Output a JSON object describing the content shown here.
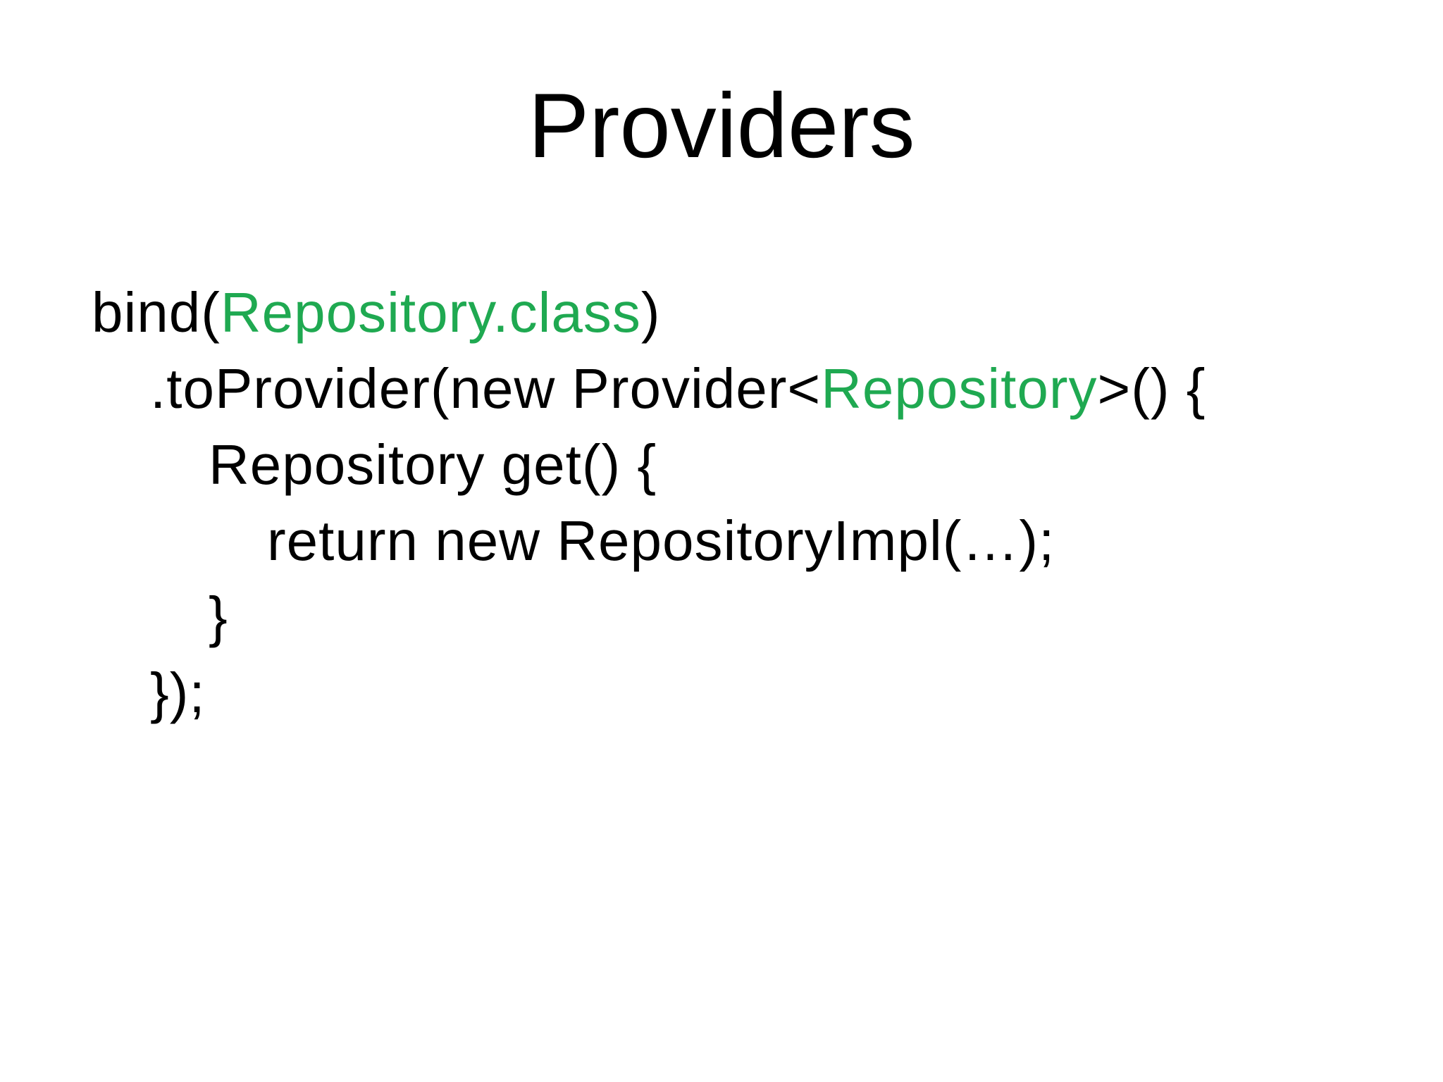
{
  "slide": {
    "title": "Providers"
  },
  "colors": {
    "background": "#ffffff",
    "text": "#000000",
    "code_green": "#1FA951"
  },
  "code": {
    "lines": [
      {
        "indent": 0,
        "segments": [
          {
            "text": "bind(",
            "highlight": false
          },
          {
            "text": "Repository.class",
            "highlight": true
          },
          {
            "text": ")",
            "highlight": false
          }
        ]
      },
      {
        "indent": 1,
        "segments": [
          {
            "text": ".toProvider(new Provider<",
            "highlight": false
          },
          {
            "text": "Repository",
            "highlight": true
          },
          {
            "text": ">() {",
            "highlight": false
          }
        ]
      },
      {
        "indent": 2,
        "segments": [
          {
            "text": "Repository get() {",
            "highlight": false
          }
        ]
      },
      {
        "indent": 3,
        "segments": [
          {
            "text": "return new RepositoryImpl(…);",
            "highlight": false
          }
        ]
      },
      {
        "indent": 2,
        "segments": [
          {
            "text": "}",
            "highlight": false
          }
        ]
      },
      {
        "indent": 1,
        "segments": [
          {
            "text": "});",
            "highlight": false
          }
        ]
      }
    ]
  }
}
